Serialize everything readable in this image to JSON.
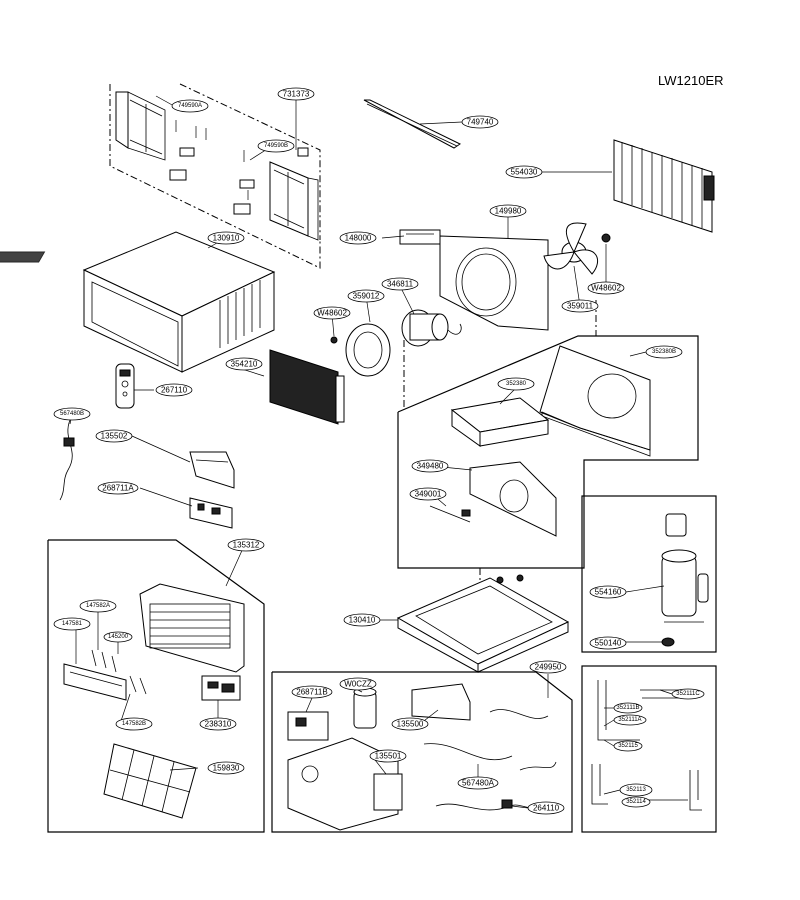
{
  "model_number": "LW1210ER",
  "parts": {
    "p749590A": "749590A",
    "p731373": "731373",
    "p749590B": "749590B",
    "p749740": "749740",
    "p554030": "554030",
    "p149980": "149980",
    "p148000": "148000",
    "p130910": "130910",
    "p346811": "346811",
    "p359012": "359012",
    "pW48602a": "W48602",
    "pW48602b": "W48602",
    "p359011": "359011",
    "p352380B": "352380B",
    "p354210": "354210",
    "p267110": "267110",
    "p352380": "352380",
    "p567480B": "567480B",
    "p135502": "135502",
    "p349480": "349480",
    "p268711A": "268711A",
    "p349001": "349001",
    "p135312": "135312",
    "p554160": "554160",
    "p147582A": "147582A",
    "p147581": "147581",
    "p145200": "145200",
    "p130410": "130410",
    "p550140": "550140",
    "p249950": "249950",
    "p268711B": "268711B",
    "pW0CZZ": "W0CZZ",
    "p135500": "135500",
    "p147582B": "147582B",
    "p238310": "238310",
    "p352111C": "352111C",
    "p352111B": "352111B",
    "p352111A": "352111A",
    "p352115": "352115",
    "p159830": "159830",
    "p135501": "135501",
    "p567480A": "567480A",
    "p264110": "264110",
    "p352113": "352113",
    "p352114": "352114"
  }
}
